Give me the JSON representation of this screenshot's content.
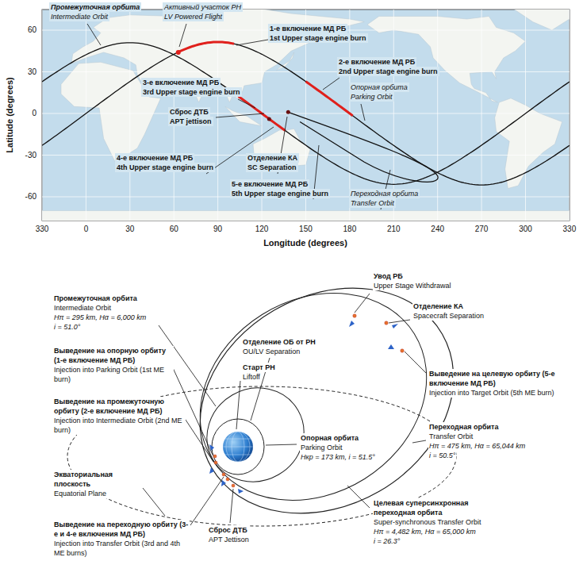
{
  "diagram": {
    "labels": [
      "Промежуточная орбита",
      "Intermediate Orbit",
      "Активный участок РН",
      "LV Powered Flight",
      "1-е включение МД РБ",
      "1st Upper stage engine burn",
      "2-е включение МД РБ",
      "2nd Upper stage engine burn",
      "Опорная орбита",
      "Parking Orbit",
      "3-е включение МД РБ",
      "3rd Upper stage engine burn",
      "Сброс ДТБ",
      "APT jettison",
      "4-е включение МД РБ",
      "4th Upper stage engine burn",
      "Отделение КА",
      "SC Separation",
      "5-е включение МД РБ",
      "5th Upper stage engine burn",
      "Переходная орбита",
      "Transfer Orbit",
      "60",
      "30",
      "0",
      "-30",
      "-60",
      "330",
      "0",
      "30",
      "60",
      "90",
      "120",
      "150",
      "180",
      "210",
      "240",
      "270",
      "300",
      "330",
      "Latitude (degrees)",
      "Longitude (degrees)",
      "Увод РБ",
      "Upper Stage Withdrawal",
      "Отделение КА",
      "Spacecraft Separation",
      "Промежуточная орбита",
      "Intermediate Orbit",
      "Hπ = 295 km, Hα = 6,000 km",
      "i = 51.0°",
      "Отделение ОБ от РН",
      "OU/LV Separation",
      "Старт РН",
      "Liftoff",
      "Выведение на целевую орбиту (5-е включение МД РБ)",
      "Injection into Target Orbit (5th ME burn)",
      "Выведение на опорную орбиту (1-е включение МД РБ)",
      "Injection into Parking Orbit (1st ME burn)",
      "Опорная орбита",
      "Parking Orbit",
      "Hкр = 173 km, i = 51.5°",
      "Выведение на промежуточную орбиту (2-е включение МД РБ)",
      "Injection into Intermediate Orbit (2nd ME burn)",
      "Экваториальная плоскость",
      "Equatorial Plane",
      "Переходная орбита",
      "Transfer Orbit",
      "Hπ = 475 km, Hα = 65,044 km",
      "i = 50.5°",
      "Целевая суперсинхронная переходная орбита",
      "Super-synchronous Transfer Orbit",
      "Hπ = 4,482 km, Hα = 65,000 km",
      "i = 26.3°",
      "Выведение на переходную орбиту (3-е и 4-е включения МД РБ)",
      "Injection into Transfer Orbit (3rd and 4th ME burns)",
      "Сброс ДТБ",
      "APT Jettison"
    ]
  }
}
